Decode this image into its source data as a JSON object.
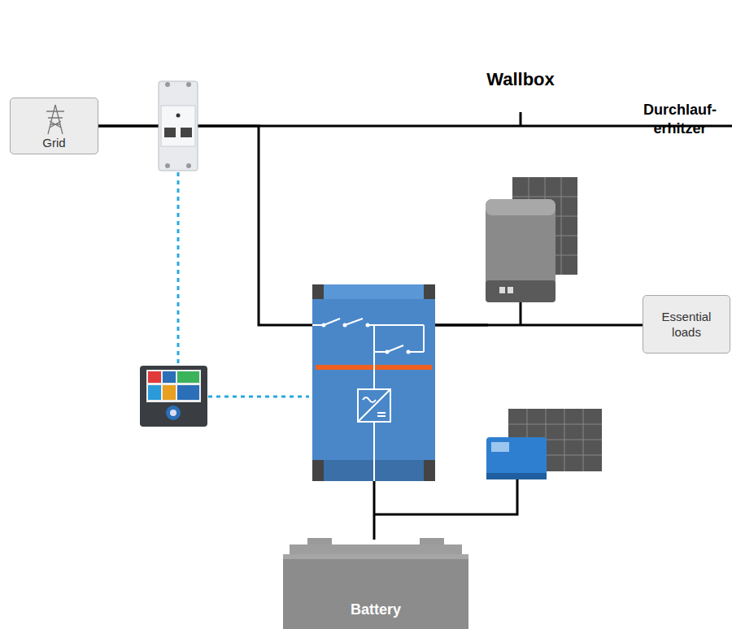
{
  "diagram": {
    "nodes": [
      {
        "text": [
          "Grid"
        ]
      },
      {
        "text": [
          "Essential loads"
        ]
      },
      {
        "text": [
          "Battery"
        ]
      }
    ],
    "edges": [
      {
        "from": 0,
        "to": 1,
        "arrow": "none"
      }
    ],
    "labels": [
      "Wallbox",
      "Durchlauf- erhitzer"
    ]
  }
}
